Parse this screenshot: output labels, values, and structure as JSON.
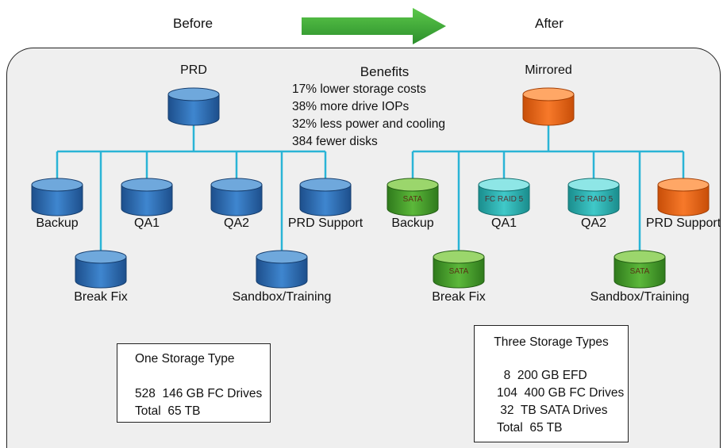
{
  "header": {
    "before_label": "Before",
    "after_label": "After",
    "arrow_color": "#3aa63a"
  },
  "benefits": {
    "title": "Benefits",
    "items": [
      "17% lower storage costs",
      "38% more drive IOPs",
      "32% less power and cooling",
      "384 fewer disks"
    ]
  },
  "before": {
    "root": "PRD",
    "children": [
      {
        "label": "Backup",
        "disk_type": "blue"
      },
      {
        "label": "Break Fix",
        "disk_type": "blue"
      },
      {
        "label": "QA1",
        "disk_type": "blue"
      },
      {
        "label": "QA2",
        "disk_type": "blue"
      },
      {
        "label": "Sandbox/Training",
        "disk_type": "blue"
      },
      {
        "label": "PRD Support",
        "disk_type": "blue"
      }
    ],
    "summary": {
      "title": "One Storage Type",
      "lines": [
        "528  146 GB FC Drives",
        "Total  65 TB"
      ]
    }
  },
  "after": {
    "root": "Mirrored",
    "children": [
      {
        "label": "Backup",
        "disk_type": "green",
        "disk_text": "SATA"
      },
      {
        "label": "Break Fix",
        "disk_type": "green",
        "disk_text": "SATA"
      },
      {
        "label": "QA1",
        "disk_type": "teal",
        "disk_text": "FC RAID 5"
      },
      {
        "label": "QA2",
        "disk_type": "teal",
        "disk_text": "FC RAID 5"
      },
      {
        "label": "Sandbox/Training",
        "disk_type": "green",
        "disk_text": "SATA"
      },
      {
        "label": "PRD Support",
        "disk_type": "orange"
      }
    ],
    "summary": {
      "title": "Three Storage Types",
      "lines": [
        "  8  200 GB EFD",
        "104  400 GB FC Drives",
        " 32  TB SATA Drives",
        "Total  65 TB"
      ]
    }
  },
  "colors": {
    "connector": "#2ab4d6",
    "blue": "#2f6fb5",
    "green": "#4a9e2c",
    "teal": "#2bb8b8",
    "orange": "#f06a14"
  }
}
